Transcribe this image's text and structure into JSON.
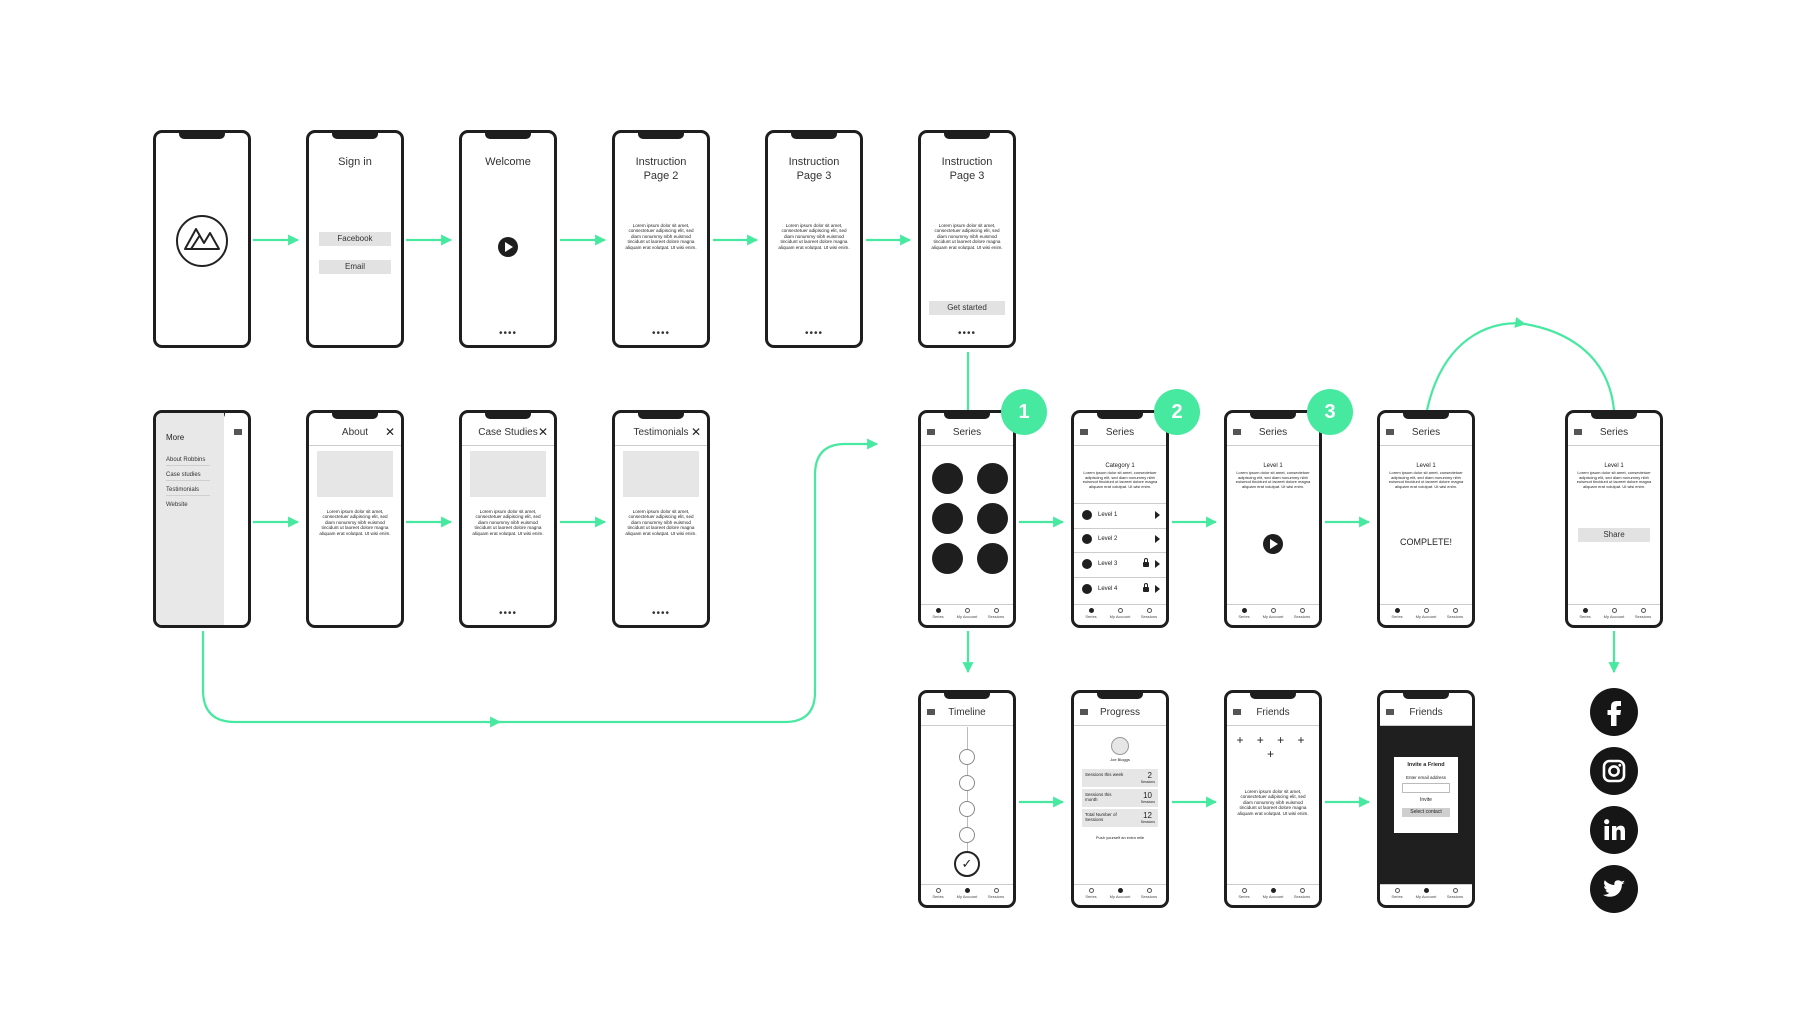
{
  "colors": {
    "accent": "#47e8a0",
    "phone": "#1e1e1e"
  },
  "lorem": "Lorem ipsum dolor sit amet, consectetuer adipiscing elit, sed diam nonummy nibh euismod tincidunt ut laoreet dolore magna aliquam erat volutpat. Ut wisi enim.",
  "pager_dots": "••••",
  "tabs": [
    "Series",
    "My Account",
    "Sessions"
  ],
  "row1": {
    "signin": {
      "title": "Sign in",
      "btn_facebook": "Facebook",
      "btn_email": "Email"
    },
    "welcome": {
      "title": "Welcome"
    },
    "instr1": {
      "title": "Instruction\nPage 2"
    },
    "instr2": {
      "title": "Instruction\nPage 3"
    },
    "instr3": {
      "title": "Instruction\nPage 3",
      "btn": "Get started"
    }
  },
  "row2": {
    "more": {
      "title": "More",
      "items": [
        "About Robbins",
        "Case studies",
        "Testimonials",
        "Website"
      ]
    },
    "about": {
      "title": "About"
    },
    "case": {
      "title": "Case Studies"
    },
    "testimonials": {
      "title": "Testimonials"
    },
    "series1": {
      "title": "Series"
    },
    "series2": {
      "title": "Series",
      "category": "Category 1",
      "levels": [
        "Level 1",
        "Level 2",
        "Level 3",
        "Level 4"
      ]
    },
    "series3": {
      "title": "Series",
      "level": "Level 1"
    },
    "series4": {
      "title": "Series",
      "level": "Level 1",
      "complete": "COMPLETE!"
    },
    "series5": {
      "title": "Series",
      "level": "Level 1",
      "share": "Share"
    }
  },
  "row3": {
    "timeline": {
      "title": "Timeline"
    },
    "progress": {
      "title": "Progress",
      "name": "Joe Bloggs",
      "rows": [
        {
          "label": "Sessions this week",
          "value": "2",
          "unit": "Sessions"
        },
        {
          "label": "Sessions this month",
          "value": "10",
          "unit": "Sessions"
        },
        {
          "label": "Total Number of Sessions",
          "value": "12",
          "unit": "Sessions"
        }
      ],
      "footer": "Push yourself an extra mile"
    },
    "friends": {
      "title": "Friends",
      "stars": "+ + + + +"
    },
    "friends2": {
      "title": "Friends",
      "modal_title": "Invite a Friend",
      "modal_label": "Enter email address",
      "modal_invite": "Invite",
      "modal_select": "Select contact"
    }
  },
  "badges": [
    "1",
    "2",
    "3"
  ],
  "social_icons": [
    "facebook-icon",
    "instagram-icon",
    "linkedin-icon",
    "twitter-icon"
  ]
}
